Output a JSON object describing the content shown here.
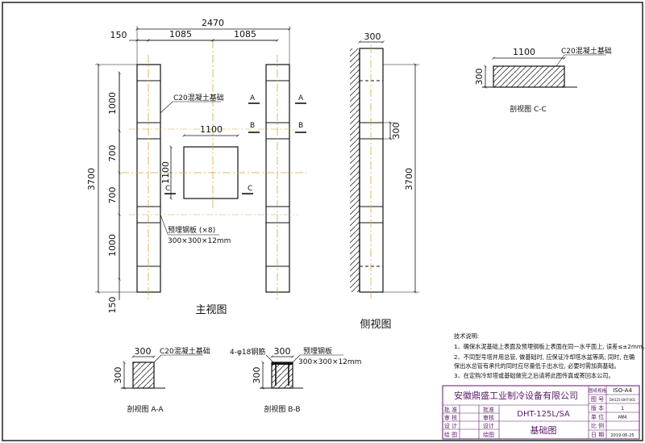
{
  "main_view": {
    "caption": "主视图",
    "dims": {
      "total_width": "2470",
      "left_offset": "150",
      "half_left": "1085",
      "half_right": "1085",
      "total_height": "3700",
      "seg_top": "1000",
      "seg_mid1": "700",
      "seg_mid2": "700",
      "seg_bottom": "1000",
      "bottom_offset": "150",
      "pad_width": "1100",
      "pad_height": "1100"
    },
    "labels": {
      "concrete": "C20混凝土基础",
      "plate_title": "预埋钢板 (×8)",
      "plate_size": "300×300×12mm",
      "mark_a": "A",
      "mark_b": "B",
      "mark_c": "C"
    }
  },
  "side_view": {
    "caption": "侧视图",
    "dims": {
      "width": "300",
      "plate": "300",
      "height": "3700"
    }
  },
  "section_cc": {
    "caption": "剖视图 C-C",
    "dims": {
      "width": "1100",
      "height": "300"
    },
    "label": "C20混凝土基础"
  },
  "section_aa": {
    "caption": "剖视图 A-A",
    "dims": {
      "width": "300",
      "height": "300"
    },
    "label": "C20混凝土基础"
  },
  "section_bb": {
    "caption": "剖视图 B-B",
    "dims": {
      "width": "300",
      "height": "300"
    },
    "rebar": "4-φ18钢筋",
    "plate_title": "预埋钢板",
    "plate_size": "300×300×12mm"
  },
  "notes": {
    "title": "技术说明:",
    "lines": [
      "1、确保水泥基础上表面及预埋钢板上表面在同一水平面上, 误差≤±2mm。",
      "2、不同型号塔并用总管, 做基础时, 应保证冷却塔水盆等高; 同时, 在确",
      "   保出水总管有承托的同时应尽量低于出水位, 必要时需加高基础。",
      "3、在定购冷却塔或基础做完之后请将此图传真或寄回本公司。"
    ]
  },
  "title_block": {
    "company": "安徽鼎盛工业制冷设备有限公司",
    "model": "DHT-125L/SA",
    "drawing_name": "基础图",
    "rows_left": [
      "批 准",
      "审 核",
      "设 计",
      "绘 图"
    ],
    "rows_mid": [
      "批准",
      "审核",
      "设计",
      "绘图"
    ],
    "right_labels": [
      "图纸规格",
      "图 号",
      "版 本",
      "单 位",
      "比 例",
      "日 期"
    ],
    "right_values": [
      "ISO-A4",
      "DH125-DHT-001",
      "1",
      "MM",
      "",
      "2019-06-25"
    ]
  }
}
